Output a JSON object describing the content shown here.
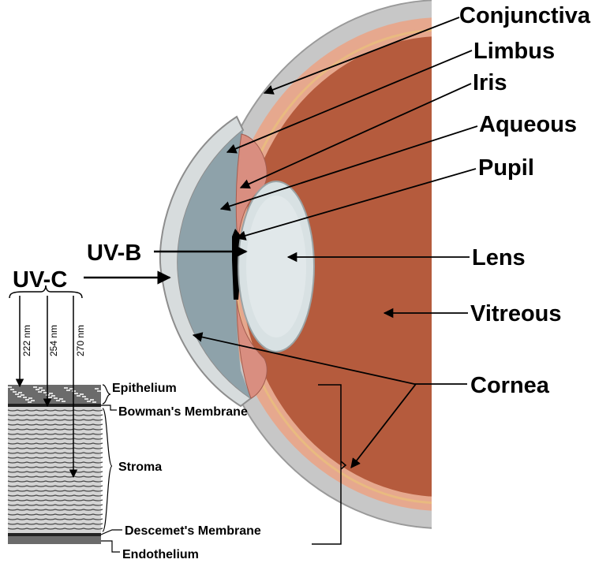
{
  "labels": {
    "conjunctiva": "Conjunctiva",
    "limbus": "Limbus",
    "iris": "Iris",
    "aqueous": "Aqueous",
    "pupil": "Pupil",
    "lens": "Lens",
    "vitreous": "Vitreous",
    "cornea": "Cornea",
    "uvb": "UV-B",
    "uvc": "UV-C"
  },
  "wavelengths": [
    "222 nm",
    "254 nm",
    "270 nm"
  ],
  "cornea_layers": {
    "epithelium": "Epithelium",
    "bowman": "Bowman's Membrane",
    "stroma": "Stroma",
    "descemet": "Descemet's Membrane",
    "endothelium": "Endothelium"
  },
  "colors": {
    "sclera": "#c9c9c9",
    "choroid": "#e8a98f",
    "retina": "#b65a3c",
    "aqueous": "#8fa3ac",
    "lens": "#d9e2e4",
    "iris": "#000000"
  }
}
